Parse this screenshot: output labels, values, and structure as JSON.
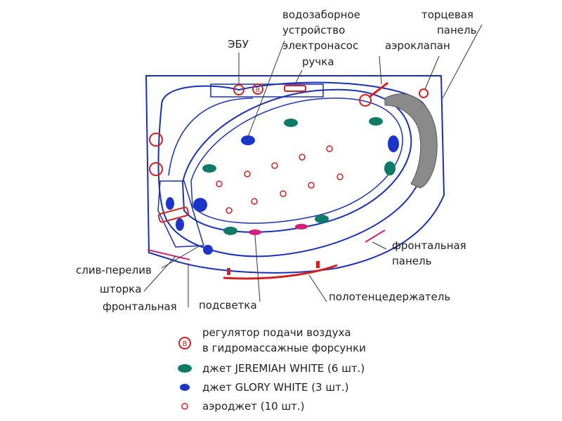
{
  "labels": {
    "water_intake_1": "водозаборное",
    "water_intake_2": "устройство",
    "ebu": "ЭБУ",
    "pump": "электронасос",
    "handle": "ручка",
    "end_panel_1": "торцевая",
    "end_panel_2": "панель",
    "aero_valve": "аэроклапан",
    "front_panel_1": "фронтальная",
    "front_panel_2": "панель",
    "overflow": "слив-перелив",
    "curtain": "шторка",
    "frontal": "фронтальная",
    "lighting": "подсветка",
    "towel_holder": "полотенцедержатель",
    "b_mark": "B"
  },
  "legend": {
    "items": [
      {
        "icon": "air-regulator-icon",
        "line1": "регулятор подачи воздуха",
        "line2": "в гидромассажные форсунки"
      },
      {
        "icon": "jet-jeremiah-icon",
        "line1": "джет JEREMIAH  WHITE (6 шт.)"
      },
      {
        "icon": "jet-glory-icon",
        "line1": "джет GLORY  WHITE (3 шт.)"
      },
      {
        "icon": "aerojet-icon",
        "line1": "аэроджет (10 шт.)"
      }
    ]
  },
  "colors": {
    "outline": "#1a2fb8",
    "red": "#d42020",
    "teal": "#0e7a68",
    "blue_jet": "#1a35c8",
    "magenta": "#d0207a",
    "gray_panel": "#8a8a8a"
  }
}
